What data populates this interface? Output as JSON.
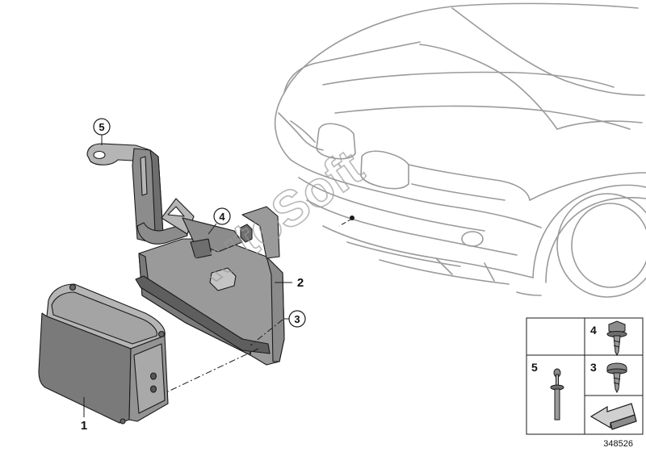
{
  "callouts": {
    "c5": "5",
    "c4": "4",
    "c2": "2",
    "c3": "3",
    "c1": "1"
  },
  "legend": {
    "item4": "4",
    "item3": "3",
    "item5": "5"
  },
  "diagram_id": "348526",
  "watermark": "AutoSoft",
  "colors": {
    "line": "#1a1a1a",
    "car_outline": "#9a9a9a",
    "part_fill": "#8c8c8c",
    "part_shade": "#6e6e6e",
    "part_light": "#b5b5b5"
  }
}
